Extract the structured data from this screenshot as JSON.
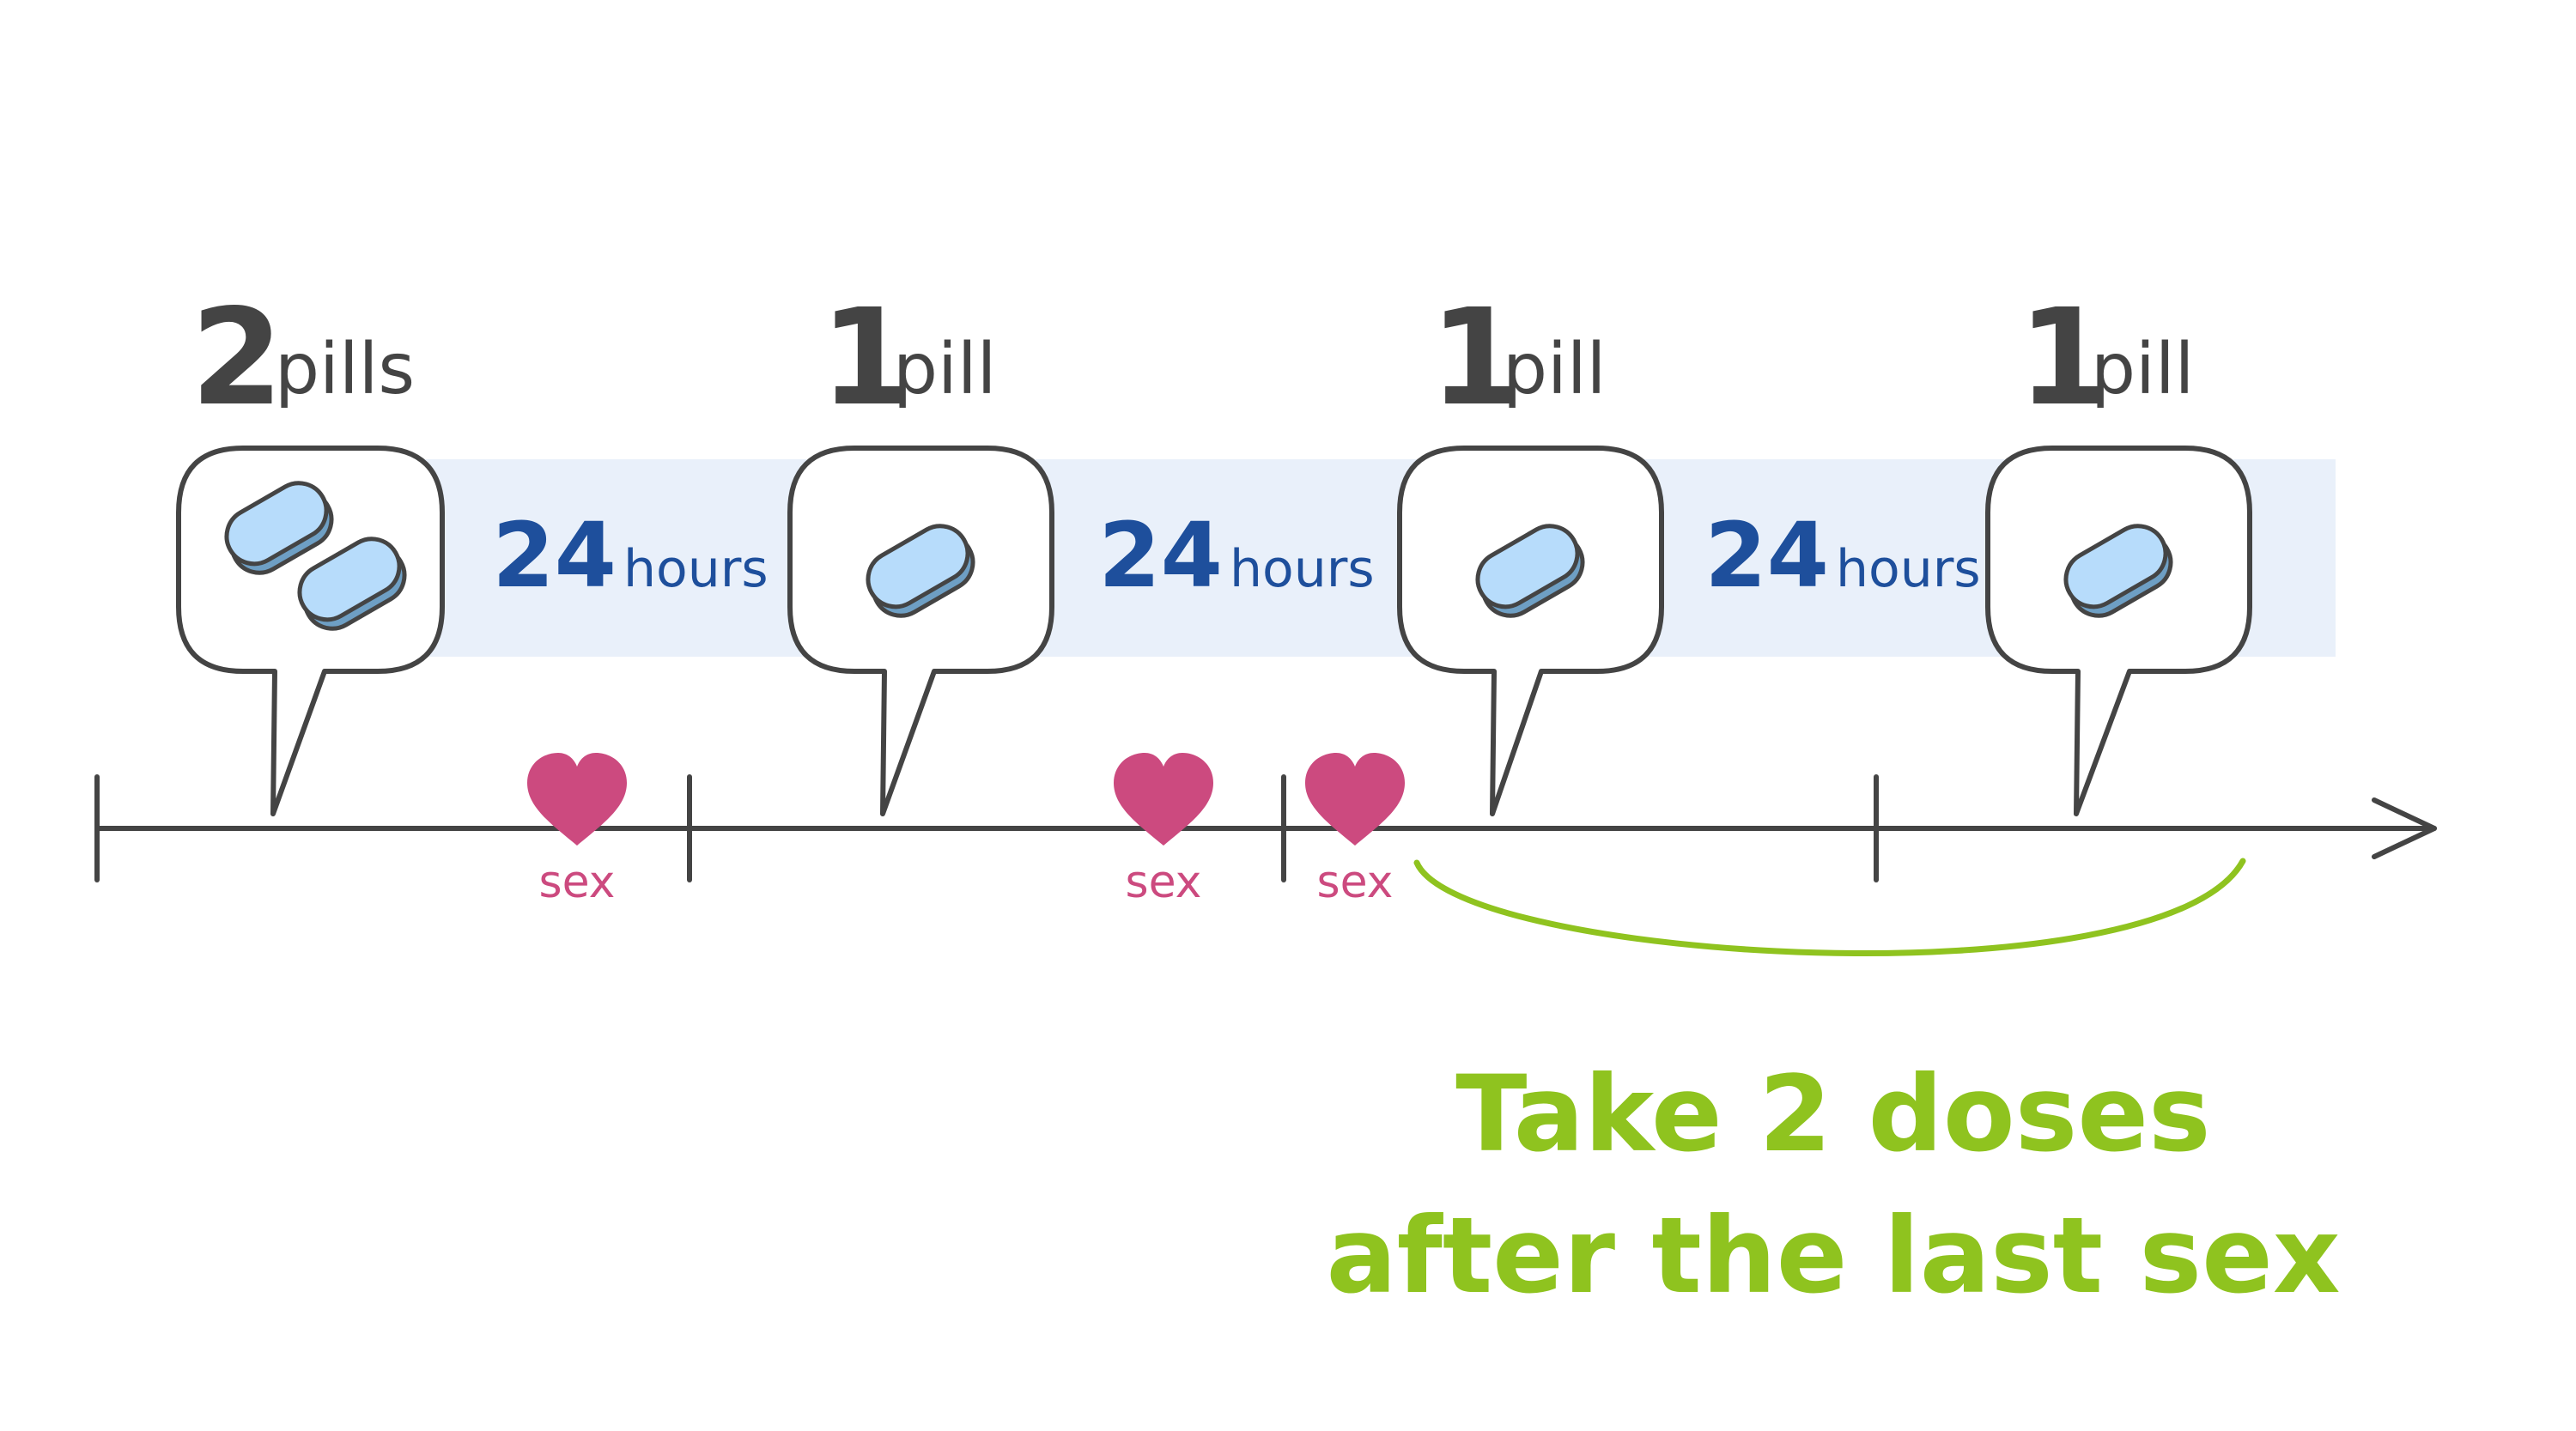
{
  "doses": [
    {
      "count": "2",
      "unit": "pills",
      "pill_count": 2
    },
    {
      "count": "1",
      "unit": "pill",
      "pill_count": 1
    },
    {
      "count": "1",
      "unit": "pill",
      "pill_count": 1
    },
    {
      "count": "1",
      "unit": "pill",
      "pill_count": 1
    }
  ],
  "intervals": [
    {
      "number": "24",
      "unit": "hours"
    },
    {
      "number": "24",
      "unit": "hours"
    },
    {
      "number": "24",
      "unit": "hours"
    }
  ],
  "sex_events": [
    {
      "label": "sex"
    },
    {
      "label": "sex"
    },
    {
      "label": "sex"
    }
  ],
  "note": {
    "line1": "Take 2 doses",
    "line2": "after the last sex"
  },
  "colors": {
    "ink": "#444444",
    "interval_text": "#1e4f9c",
    "band": "#e9f0fa",
    "pill_top": "#b7dcfb",
    "pill_side": "#6e9fc4",
    "heart": "#cc4a7f",
    "note": "#8fc31f"
  },
  "icons": {
    "pill": "pill-icon",
    "heart": "heart-icon",
    "arrow": "arrow-right-icon"
  }
}
